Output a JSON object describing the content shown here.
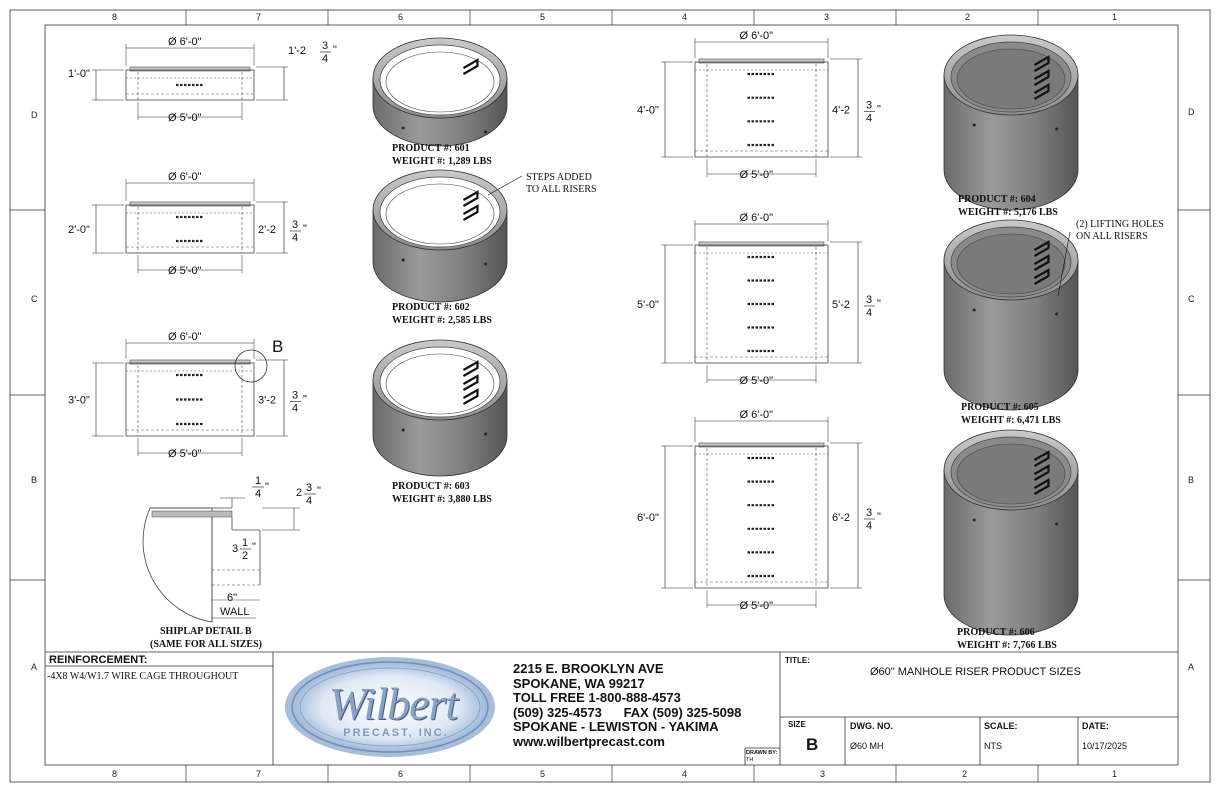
{
  "zones": {
    "columns": [
      "8",
      "7",
      "6",
      "5",
      "4",
      "3",
      "2",
      "1"
    ],
    "rows": [
      "D",
      "C",
      "B",
      "A"
    ]
  },
  "left_views": [
    {
      "od": "Ø 6'-0\"",
      "id": "Ø 5'-0\"",
      "h_left": "1'-0\"",
      "h_right": "1'-2"
    },
    {
      "od": "Ø 6'-0\"",
      "id": "Ø 5'-0\"",
      "h_left": "2'-0\"",
      "h_right": "2'-2"
    },
    {
      "od": "Ø 6'-0\"",
      "id": "Ø 5'-0\"",
      "h_left": "3'-0\"",
      "h_right": "3'-2"
    }
  ],
  "right_views": [
    {
      "od": "Ø 6'-0\"",
      "id": "Ø 5'-0\"",
      "h_left": "4'-0\"",
      "h_right": "4'-2"
    },
    {
      "od": "Ø 6'-0\"",
      "id": "Ø 5'-0\"",
      "h_left": "5'-0\"",
      "h_right": "5'-2"
    },
    {
      "od": "Ø 6'-0\"",
      "id": "Ø 5'-0\"",
      "h_left": "6'-0\"",
      "h_right": "6'-2"
    }
  ],
  "fraction": {
    "num": "3",
    "den": "4"
  },
  "detail_marker": "B",
  "detail": {
    "top_num": "1",
    "top_den": "4",
    "right_prefix": "2",
    "right_num": "3",
    "right_den": "4",
    "mid_prefix": "3",
    "mid_num": "1",
    "mid_den": "2",
    "wall_value": "6\"",
    "wall_label": "WALL",
    "title": "SHIPLAP DETAIL B",
    "subtitle": "(SAME FOR ALL SIZES)"
  },
  "products": [
    {
      "product": "PRODUCT #: 601",
      "weight": "WEIGHT #: 1,289 LBS"
    },
    {
      "product": "PRODUCT #: 602",
      "weight": "WEIGHT #: 2,585 LBS"
    },
    {
      "product": "PRODUCT #: 603",
      "weight": "WEIGHT #: 3,880 LBS"
    },
    {
      "product": "PRODUCT #: 604",
      "weight": "WEIGHT #: 5,176 LBS"
    },
    {
      "product": "PRODUCT #: 605",
      "weight": "WEIGHT #: 6,471 LBS"
    },
    {
      "product": "PRODUCT #: 606",
      "weight": "WEIGHT #: 7,766 LBS"
    }
  ],
  "notes": {
    "steps_line1": "STEPS ADDED",
    "steps_line2": "TO ALL RISERS",
    "lifting_line1": "(2) LIFTING HOLES",
    "lifting_line2": "ON ALL RISERS"
  },
  "title_block": {
    "reinforcement_label": "REINFORCEMENT:",
    "reinforcement_value": "-4X8 W4/W1.7 WIRE CAGE THROUGHOUT",
    "logo_name": "Wilbert",
    "logo_sub": "PRECAST, INC.",
    "address": [
      "2215 E. BROOKLYN AVE",
      "SPOKANE, WA 99217",
      "TOLL FREE 1-800-888-4573",
      "(509) 325-4573      FAX (509) 325-5098",
      "SPOKANE - LEWISTON - YAKIMA",
      "www.wilbertprecast.com"
    ],
    "drawn_by_label": "DRAWN BY:",
    "drawn_by": "TH",
    "title_label": "TITLE:",
    "title": "Ø60\" MANHOLE RISER PRODUCT SIZES",
    "size_label": "SIZE",
    "size": "B",
    "dwg_label": "DWG. NO.",
    "dwg": "Ø60 MH",
    "scale_label": "SCALE:",
    "scale": "NTS",
    "date_label": "DATE:",
    "date": "10/17/2025"
  }
}
